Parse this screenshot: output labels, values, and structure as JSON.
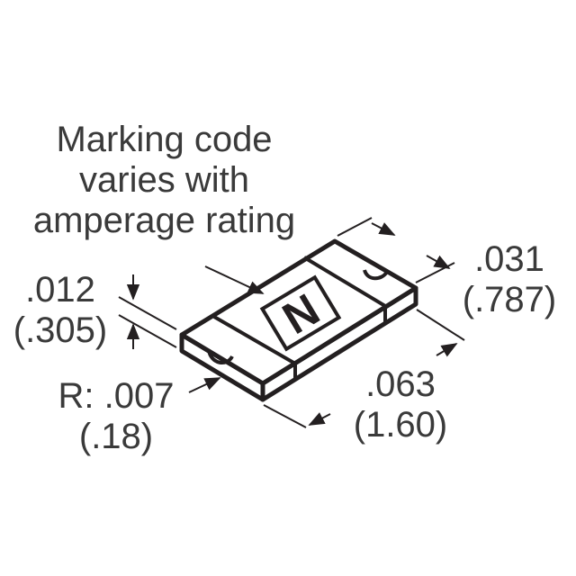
{
  "marking_note": {
    "line1": "Marking code",
    "line2": "varies with",
    "line3": "amperage rating"
  },
  "chip_marking": "N",
  "dimensions": {
    "thickness": {
      "inch": ".012",
      "mm": "(.305)"
    },
    "radius": {
      "inch": "R: .007",
      "mm": "(.18)"
    },
    "width": {
      "inch": ".031",
      "mm": "(.787)"
    },
    "length": {
      "inch": ".063",
      "mm": "(1.60)"
    }
  },
  "colors": {
    "stroke": "#231f20",
    "text": "#3a3a3a",
    "background": "#ffffff"
  }
}
